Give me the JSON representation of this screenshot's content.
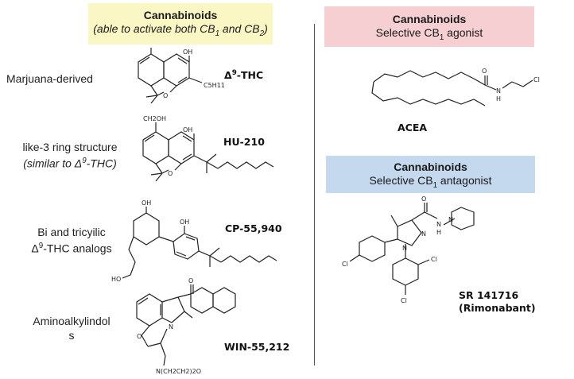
{
  "left_panel": {
    "title": "Cannabinoids",
    "subtitle_prefix": "(able to activate both CB",
    "subtitle_sub1": "1",
    "subtitle_mid": " and CB",
    "subtitle_sub2": "2",
    "subtitle_suffix": ")"
  },
  "compounds_left": [
    {
      "label_line1": "Marjuana-derived",
      "name_prefix": "Δ",
      "name_sup": "9",
      "name_suffix": "-THC"
    },
    {
      "label_line1": "like-3 ring structure",
      "label_line2_prefix": "(similar to Δ",
      "label_line2_sup": "9",
      "label_line2_suffix": "-THC)",
      "name": "HU-210"
    },
    {
      "label_line1": "Bi and tricyilic",
      "label_line2_prefix": "Δ",
      "label_line2_sup": "9",
      "label_line2_suffix": "-THC analogs",
      "name": "CP-55,940"
    },
    {
      "label_line1": "Aminoalkylindol",
      "label_line2": "s",
      "name": "WIN-55,212"
    }
  ],
  "agonist_panel": {
    "title": "Cannabinoids",
    "subtitle_prefix": "Selective CB",
    "subtitle_sub": "1",
    "subtitle_suffix": " agonist",
    "compound": "ACEA"
  },
  "antagonist_panel": {
    "title": "Cannabinoids",
    "subtitle_prefix": "Selective CB",
    "subtitle_sub": "1",
    "subtitle_suffix": " antagonist",
    "compound_line1": "SR 141716",
    "compound_line2": "(Rimonabant)"
  },
  "atoms": {
    "oh": "OH",
    "o": "O",
    "h": "H",
    "n": "N",
    "cl": "Cl",
    "c5h11": "C5H11",
    "ch2oh": "CH2OH",
    "ho": "HO",
    "morph": "N(CH2CH2)2O"
  }
}
